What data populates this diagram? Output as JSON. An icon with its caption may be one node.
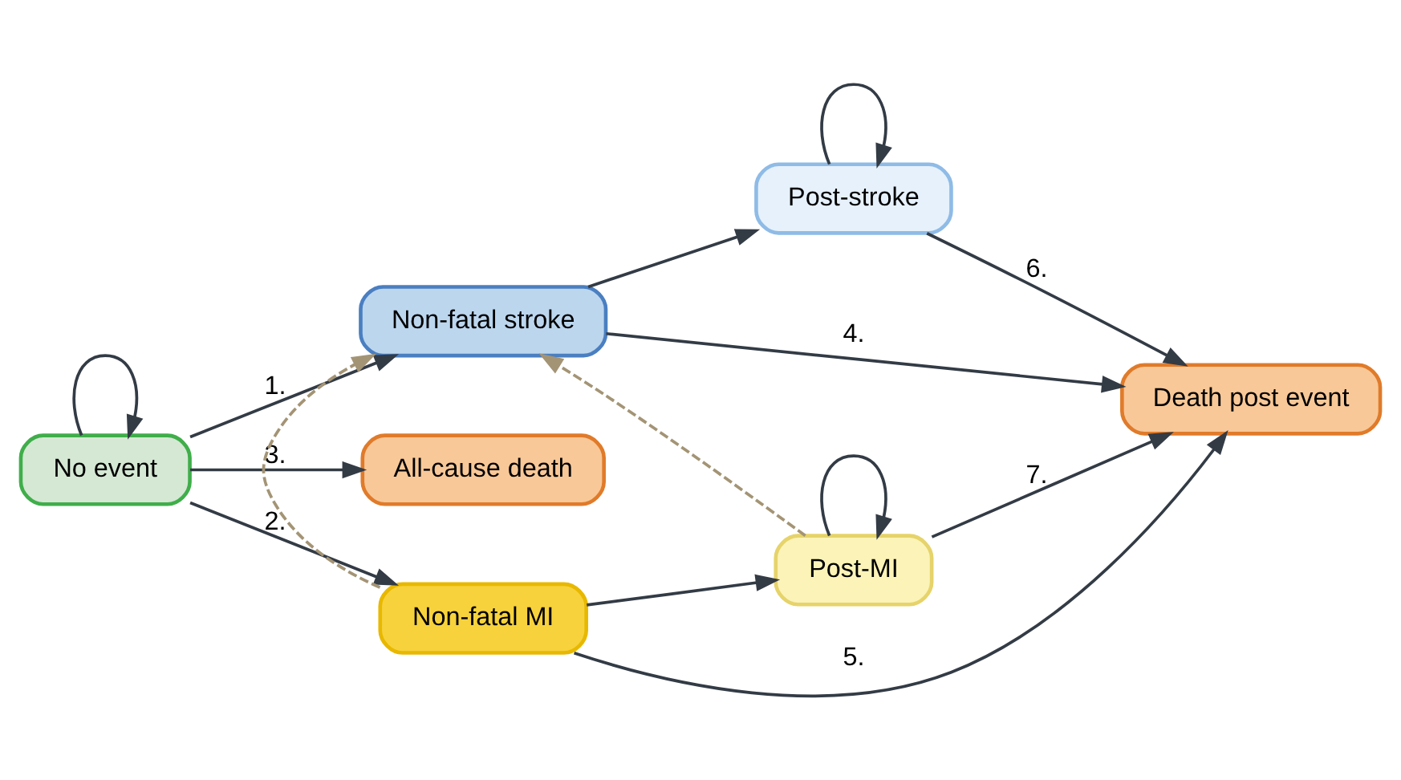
{
  "diagram": {
    "nodes": [
      {
        "text": [
          "No event"
        ]
      },
      {
        "text": [
          "Non-fatal stroke"
        ]
      },
      {
        "text": [
          "Post-stroke"
        ]
      },
      {
        "text": [
          "Death post event"
        ]
      },
      {
        "text": [
          "All-cause death"
        ]
      },
      {
        "text": [
          "Non-fatal MI"
        ]
      },
      {
        "text": [
          "Post-MI"
        ]
      }
    ],
    "edges": [
      {
        "from": 0,
        "to": 1,
        "arrow": "to",
        "label": "1."
      },
      {
        "from": 0,
        "to": 0,
        "arrow": "to"
      },
      {
        "from": 0,
        "to": 5,
        "arrow": "to",
        "label": "2."
      },
      {
        "from": 0,
        "to": 4,
        "arrow": "to",
        "label": "3."
      },
      {
        "from": 1,
        "to": 2,
        "arrow": "to"
      },
      {
        "from": 2,
        "to": 2,
        "arrow": "to"
      },
      {
        "from": 1,
        "to": 3,
        "arrow": "to",
        "label": "4."
      },
      {
        "from": 2,
        "to": 3,
        "arrow": "to",
        "label": "6."
      },
      {
        "from": 5,
        "to": 3,
        "arrow": "to",
        "label": "5."
      },
      {
        "from": 5,
        "to": 6,
        "arrow": "to"
      },
      {
        "from": 6,
        "to": 6,
        "arrow": "to"
      },
      {
        "from": 6,
        "to": 3,
        "arrow": "to",
        "label": "7."
      },
      {
        "from": 5,
        "to": 1,
        "arrow": "to",
        "style": "dashed",
        "color": "#a39475"
      },
      {
        "from": 6,
        "to": 1,
        "arrow": "to",
        "style": "dashed",
        "color": "#a39475"
      }
    ]
  }
}
